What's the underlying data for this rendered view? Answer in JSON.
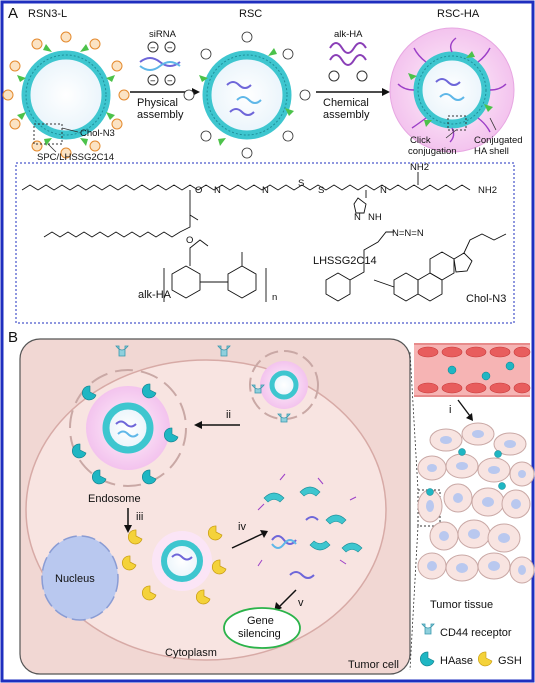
{
  "panel_a": {
    "label": "A",
    "rsn3l_title": "RSN3-L",
    "rsc_title": "RSC",
    "rscha_title": "RSC-HA",
    "sirna_label": "siRNA",
    "physical_label_1": "Physical",
    "physical_label_2": "assembly",
    "alkha_label": "alk-HA",
    "chemical_label_1": "Chemical",
    "chemical_label_2": "assembly",
    "cholN3_label": "Chol-N3",
    "spc_label": "SPC/LHSSG2C14",
    "click_label_1": "Click",
    "click_label_2": "conjugation",
    "conj_label_1": "Conjugated",
    "conj_label_2": "HA shell",
    "lhssg_label": "LHSSG2C14",
    "alkha_struct_label": "alk-HA",
    "chol_struct_label": "Chol-N3",
    "n_label": "n"
  },
  "panel_b": {
    "label": "B",
    "step_i": "i",
    "step_ii": "ii",
    "step_iii": "iii",
    "step_iv": "iv",
    "step_v": "v",
    "endosome_label": "Endosome",
    "nucleus_label": "Nucleus",
    "gene_label_1": "Gene",
    "gene_label_2": "silencing",
    "cytoplasm_label": "Cytoplasm",
    "tumor_cell_label": "Tumor cell",
    "tumor_tissue_label": "Tumor tissue",
    "cd44_label": "CD44  receptor",
    "haase_label": "HAase",
    "gsh_label": "GSH"
  },
  "colors": {
    "frame": "#1f2fbf",
    "bilayer": "#3ec6cf",
    "ha_shell": "#f4c6ef",
    "cell_fill": "#f8e4e1",
    "nucleus": "#b9c8ef",
    "haase": "#1fb6c3",
    "gsh": "#f4d23a",
    "cd44": "#8fd0dd"
  }
}
